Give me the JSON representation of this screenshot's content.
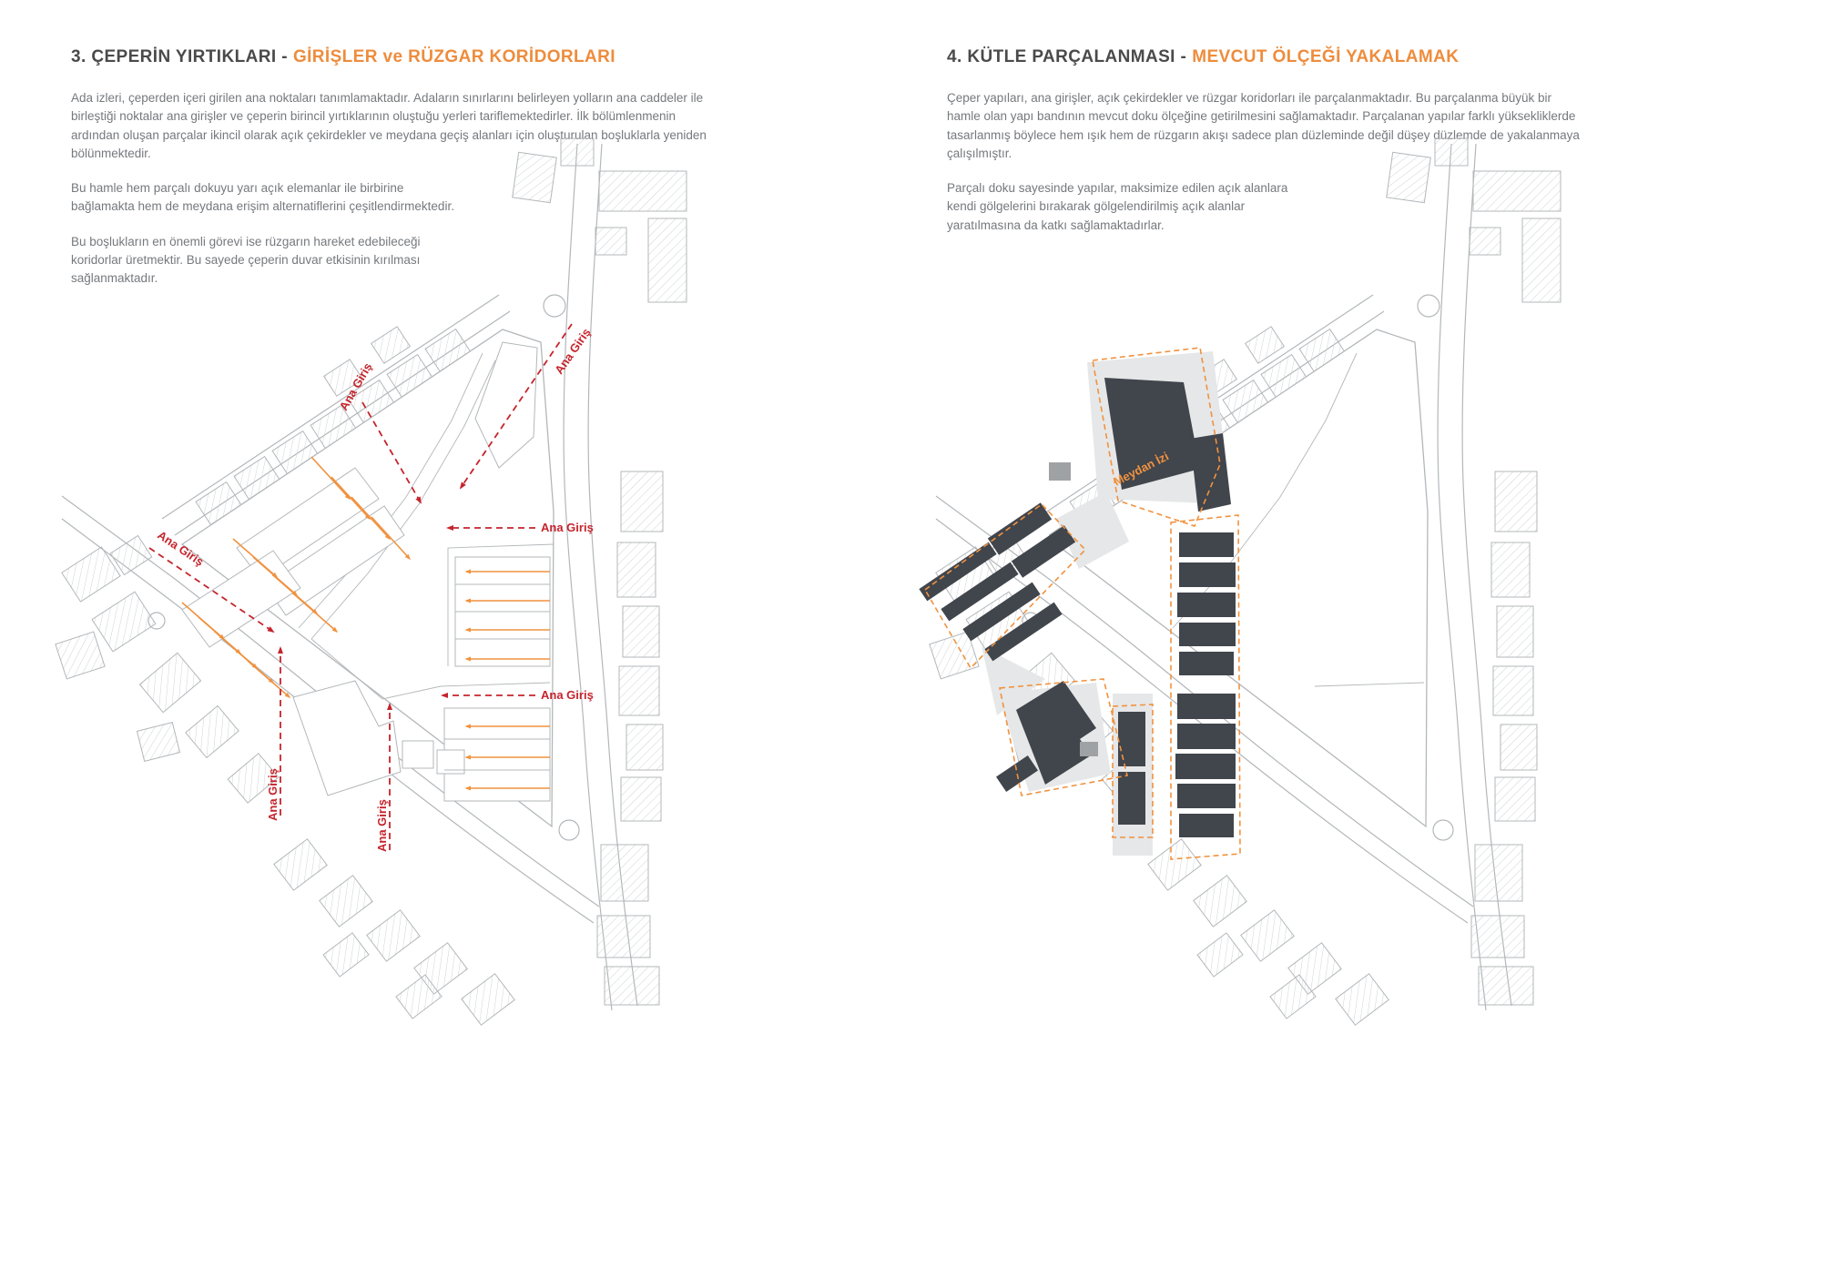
{
  "colors": {
    "accent_orange": "#ee8c3c",
    "heading_gray": "#4a4a4a",
    "body_gray": "#75797d",
    "arrow_red": "#c5242c",
    "arrow_orange": "#f0923f",
    "map_line": "#b3b7ba",
    "mass_dark": "#41454c",
    "plaza_gray": "#e6e7e8",
    "hatch_gray": "#cfd2d4"
  },
  "left_panel": {
    "heading": {
      "number_title": "3. ÇEPERİN YIRTIKLARI -",
      "accent": "GİRİŞLER ve RÜZGAR KORİDORLARI"
    },
    "paragraphs": [
      "Ada izleri, çeperden içeri girilen ana noktaları tanımlamaktadır. Adaların sınırlarını belirleyen yolların ana caddeler ile birleştiği noktalar ana girişler ve çeperin birincil yırtıklarının oluştuğu yerleri tariflemektedirler. İlk bölümlenmenin ardından oluşan parçalar ikincil olarak açık çekirdekler ve meydana geçiş alanları için oluşturulan boşluklarla yeniden bölünmektedir.",
      "Bu hamle hem parçalı dokuyu yarı açık elemanlar ile birbirine bağlamakta hem de meydana erişim alternatiflerini çeşitlendirmektedir.",
      "Bu boşlukların en önemli görevi ise rüzgarın hareket edebileceği koridorlar üretmektir. Bu sayede çeperin duvar etkisinin kırılması sağlanmaktadır."
    ],
    "map": {
      "ana_giris_label": "Ana Giriş"
    }
  },
  "right_panel": {
    "heading": {
      "number_title": "4. KÜTLE PARÇALANMASI -",
      "accent": "MEVCUT ÖLÇEĞİ YAKALAMAK"
    },
    "paragraphs": [
      "Çeper yapıları, ana girişler, açık çekirdekler ve rüzgar koridorları ile parçalanmaktadır. Bu parçalanma büyük bir hamle olan yapı bandının mevcut doku ölçeğine getirilmesini sağlamaktadır. Parçalanan yapılar farklı yüksekliklerde tasarlanmış böylece hem ışık hem de rüzgarın akışı sadece plan düzleminde değil düşey düzlemde de yakalanmaya çalışılmıştır.",
      "Parçalı doku sayesinde yapılar, maksimize edilen açık alanlara kendi gölgelerini bırakarak gölgelendirilmiş açık alanlar yaratılmasına da katkı sağlamaktadırlar."
    ],
    "map": {
      "meydan_izi_label": "Meydan İzi"
    }
  }
}
